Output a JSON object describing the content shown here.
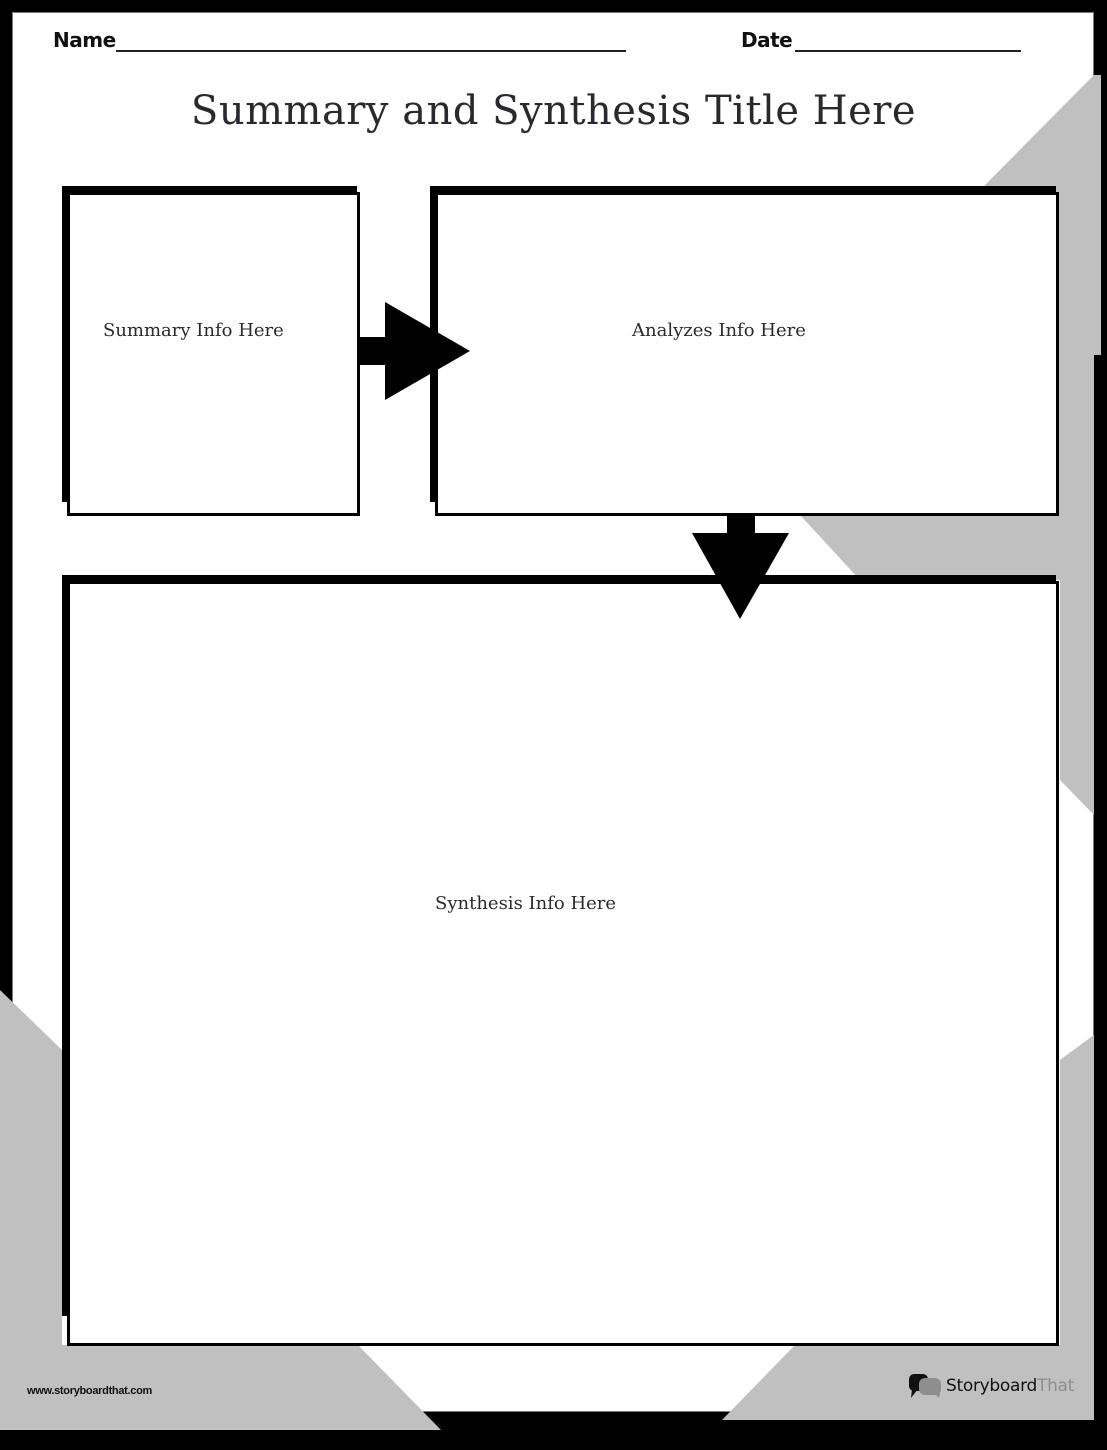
{
  "header": {
    "name_label": "Name",
    "date_label": "Date"
  },
  "title": "Summary and Synthesis Title Here",
  "boxes": {
    "summary": "Summary Info Here",
    "analyzes": "Analyzes Info Here",
    "synthesis": "Synthesis Info Here"
  },
  "footer": {
    "url": "www.storyboardthat.com",
    "brand_primary": "Storyboard",
    "brand_secondary": "That"
  },
  "colors": {
    "background": "#000000",
    "page": "#ffffff",
    "accent_gray": "#c0c0c0",
    "text": "#2a2a2e"
  },
  "icons": {
    "arrow_right": "arrow-right-icon",
    "arrow_down": "arrow-down-icon",
    "logo": "speech-bubbles-icon"
  }
}
